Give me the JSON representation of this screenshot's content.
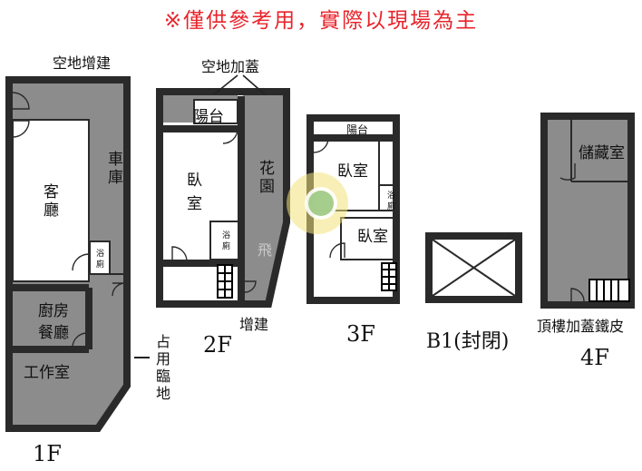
{
  "notice": "※僅供參考用，實際以現場為主",
  "watermark": "飛",
  "colors": {
    "notice_red": "#e8242b",
    "fill_gray": "#8c8c8c",
    "wall_dark": "#2a2a2a",
    "logo_yellow": "#f3e27a"
  },
  "floor_1f": {
    "floor_label": "1F",
    "annotation_top": "空地增建",
    "annotation_right": "占用臨地",
    "rooms": {
      "living": "客廳",
      "garage": "車庫",
      "bath": "浴廁",
      "kitchen": "廚房",
      "dining": "餐廳",
      "workroom": "工作室"
    }
  },
  "floor_2f": {
    "floor_label": "2F",
    "annotation_top": "空地加蓋",
    "annotation_bottom": "增建",
    "rooms": {
      "balcony": "陽台",
      "bedroom_1": "臥",
      "bedroom_2": "室",
      "garden": "花園",
      "bath": "浴廁"
    }
  },
  "floor_3f": {
    "floor_label": "3F",
    "rooms": {
      "balcony": "陽台",
      "bedroom_upper": "臥室",
      "bedroom_lower": "臥室",
      "bath": "浴廁"
    }
  },
  "floor_b1": {
    "floor_label": "B1(封閉)"
  },
  "floor_4f": {
    "floor_label": "4F",
    "annotation": "頂樓加蓋鐵皮",
    "rooms": {
      "storage": "儲藏室"
    }
  }
}
